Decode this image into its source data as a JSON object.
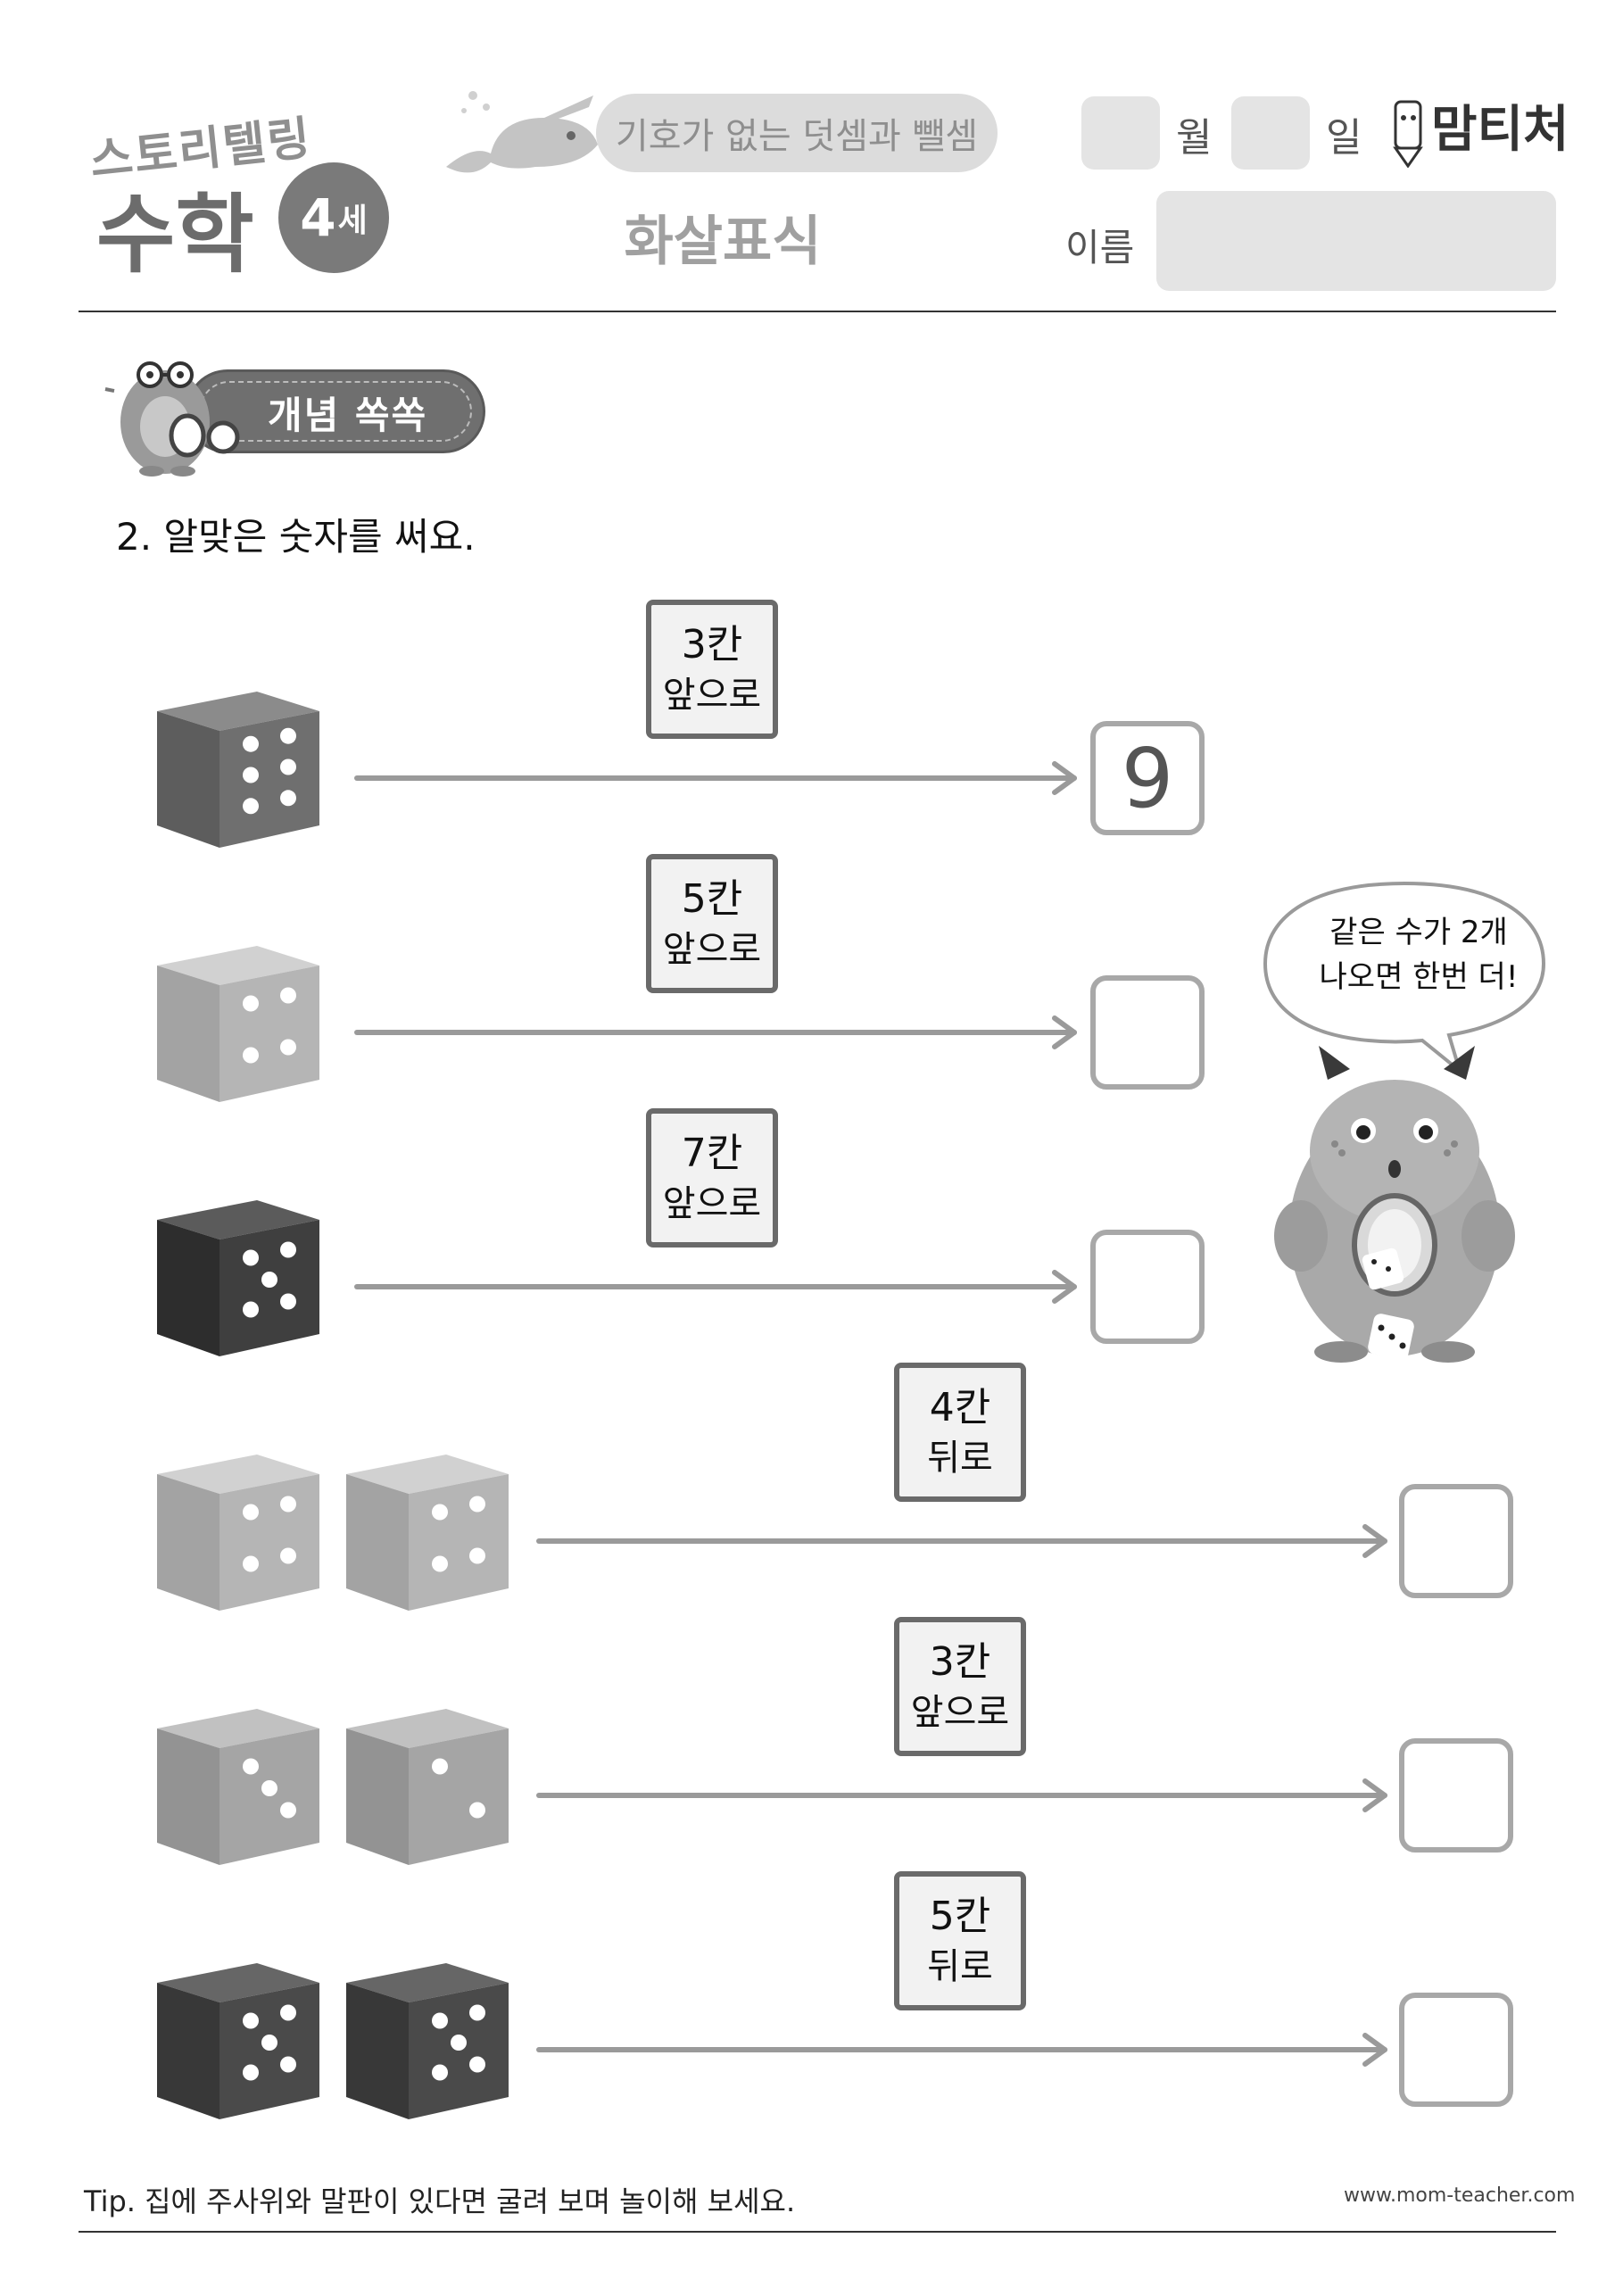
{
  "header": {
    "logo_line1": "스토리텔링",
    "logo_line2": "수학",
    "age_num": "4",
    "age_unit": "세",
    "topic": "기호가 없는 덧셈과 뺄셈",
    "title": "화살표식",
    "month_label": "월",
    "day_label": "일",
    "brand": "맘티처",
    "name_label": "이름"
  },
  "concept": {
    "label": "개념 쏙쏙"
  },
  "question": "2. 알맞은 숫자를 써요.",
  "rows": [
    {
      "dice": [
        6
      ],
      "dice_shade": "#6f6f6f",
      "steps": "3칸",
      "direction": "앞으로",
      "answer": "9"
    },
    {
      "dice": [
        4
      ],
      "dice_shade": "#b5b5b5",
      "steps": "5칸",
      "direction": "앞으로",
      "answer": ""
    },
    {
      "dice": [
        5
      ],
      "dice_shade": "#3f3f3f",
      "steps": "7칸",
      "direction": "앞으로",
      "answer": ""
    },
    {
      "dice": [
        4,
        4
      ],
      "dice_shade": "#b5b5b5",
      "steps": "4칸",
      "direction": "뒤로",
      "answer": ""
    },
    {
      "dice": [
        3,
        2
      ],
      "dice_shade": "#a5a5a5",
      "steps": "3칸",
      "direction": "앞으로",
      "answer": ""
    },
    {
      "dice": [
        5,
        5
      ],
      "dice_shade": "#4a4a4a",
      "steps": "5칸",
      "direction": "뒤로",
      "answer": ""
    }
  ],
  "speech_bubble": {
    "line1": "같은 수가 2개",
    "line2": "나오면 한번 더!"
  },
  "footer": {
    "tip": "Tip. 집에 주사위와 말판이 있다면 굴려 보며 놀이해 보세요.",
    "site": "www.mom-teacher.com"
  }
}
